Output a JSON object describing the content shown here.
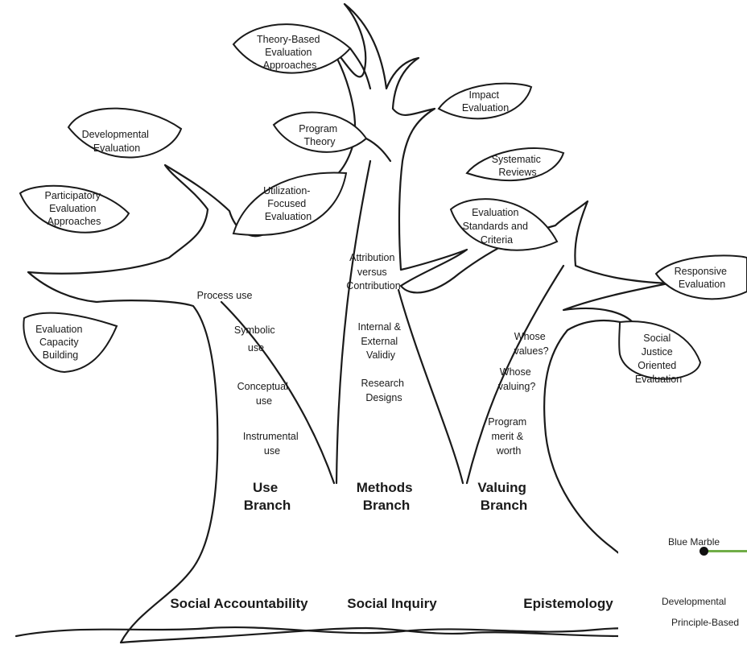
{
  "leaves": {
    "theory_based": [
      "Theory-Based",
      "Evaluation",
      "Approaches"
    ],
    "program_theory": [
      "Program",
      "Theory"
    ],
    "impact_evaluation": [
      "Impact",
      "Evaluation"
    ],
    "developmental": [
      "Developmental",
      "Evaluation"
    ],
    "participatory": [
      "Participatory",
      "Evaluation",
      "Approaches"
    ],
    "utilization_focused": [
      "Utilization-",
      "Focused",
      "Evaluation"
    ],
    "systematic_reviews": [
      "Systematic",
      "Reviews"
    ],
    "standards_criteria": [
      "Evaluation",
      "Standards and",
      "Criteria"
    ],
    "responsive": [
      "Responsive",
      "Evaluation"
    ],
    "capacity_building": [
      "Evaluation",
      "Capacity",
      "Building"
    ],
    "social_justice": [
      "Social",
      "Justice",
      "Oriented",
      "Evaluation"
    ]
  },
  "trunk_labels": {
    "process_use": "Process use",
    "symbolic_use": [
      "Symbolic",
      "use"
    ],
    "conceptual_use": [
      "Conceptual",
      "use"
    ],
    "instrumental_use": [
      "Instrumental",
      "use"
    ],
    "attribution": [
      "Attribution",
      "versus",
      "Contribution"
    ],
    "validity": [
      "Internal &",
      "External",
      "Validiy"
    ],
    "research_designs": [
      "Research",
      "Designs"
    ],
    "whose_values": [
      "Whose",
      "values?"
    ],
    "whose_valuing": [
      "Whose",
      "valuing?"
    ],
    "program_merit": [
      "Program",
      "merit &",
      "worth"
    ]
  },
  "branches": {
    "use": [
      "Use",
      "Branch"
    ],
    "methods": [
      "Methods",
      "Branch"
    ],
    "valuing": [
      "Valuing",
      "Branch"
    ]
  },
  "roots": {
    "social_accountability": "Social Accountability",
    "social_inquiry": "Social Inquiry",
    "epistemology": "Epistemology"
  },
  "inset": {
    "blue_marble": "Blue Marble",
    "developmental": "Developmental",
    "principle_based": "Principle-Based",
    "track_color": "#70ad47"
  }
}
